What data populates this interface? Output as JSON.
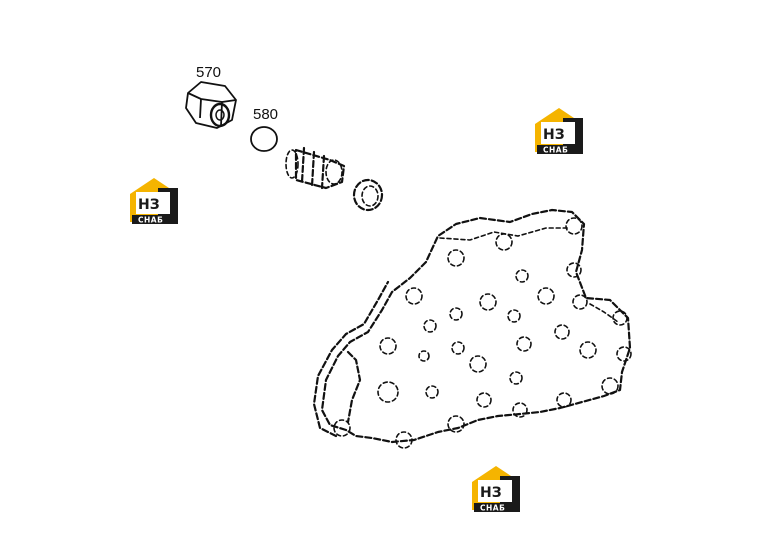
{
  "diagram": {
    "callouts": [
      {
        "id": "nut",
        "label": "570"
      },
      {
        "id": "ring",
        "label": "580"
      }
    ]
  },
  "watermark": {
    "brand_top": "НЗ",
    "brand_bottom": "СНАБ",
    "colors": {
      "accent": "#f5b400",
      "dark": "#1a1a1a"
    }
  }
}
